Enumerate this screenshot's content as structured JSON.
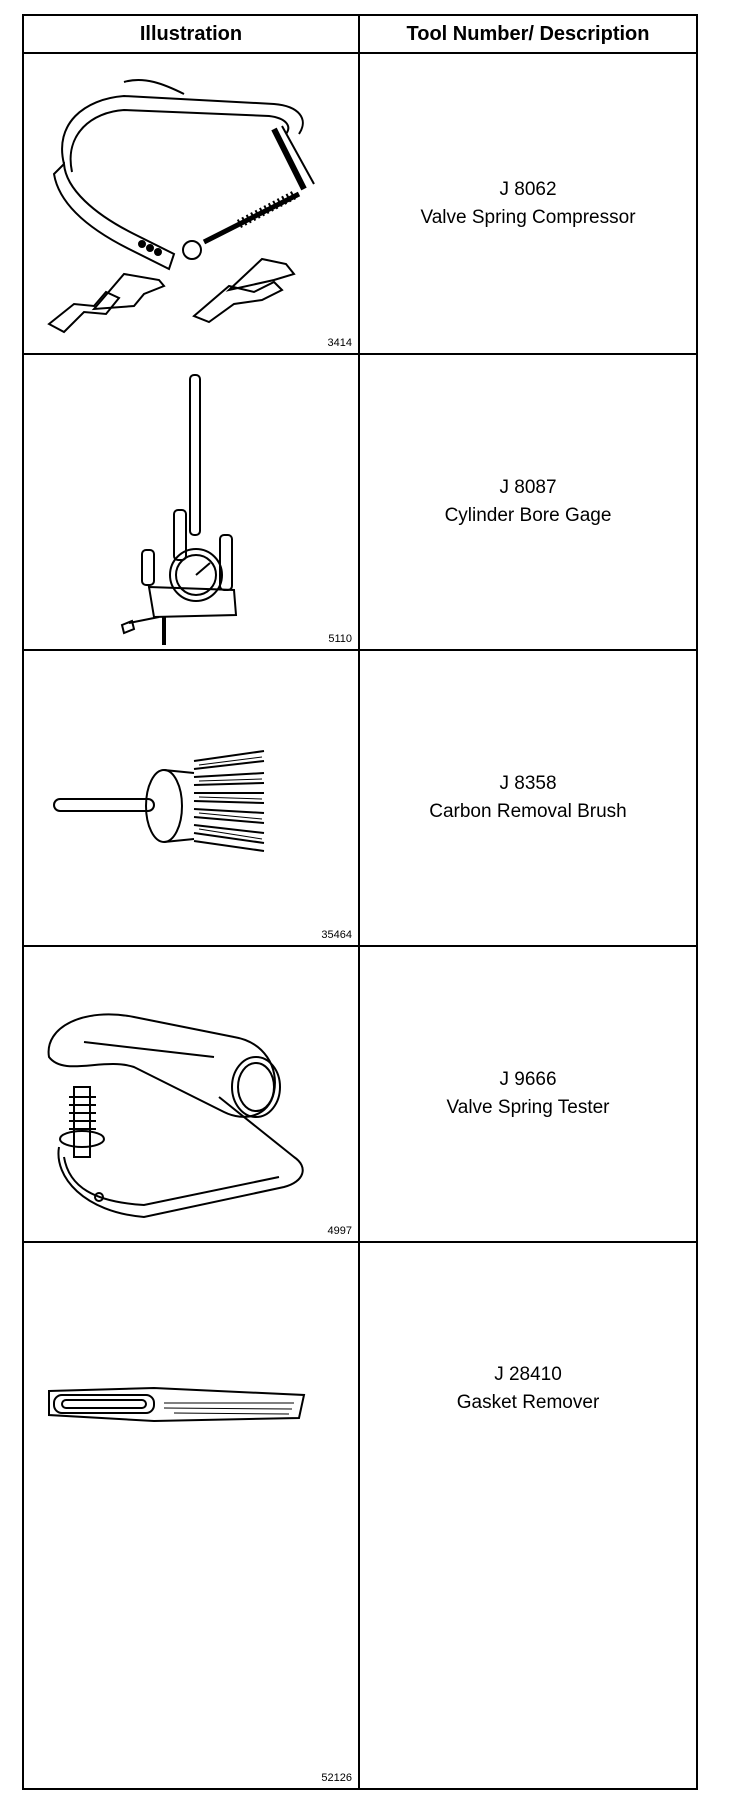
{
  "header": {
    "illustration": "Illustration",
    "description": "Tool Number/ Description"
  },
  "rows": [
    {
      "figure": "3414",
      "tool_number": "J 8062",
      "description": "Valve Spring Compressor",
      "icon": "valve-spring-compressor-icon"
    },
    {
      "figure": "5110",
      "tool_number": "J 8087",
      "description": "Cylinder Bore Gage",
      "icon": "cylinder-bore-gage-icon"
    },
    {
      "figure": "35464",
      "tool_number": "J 8358",
      "description": "Carbon Removal Brush",
      "icon": "carbon-removal-brush-icon"
    },
    {
      "figure": "4997",
      "tool_number": "J 9666",
      "description": "Valve Spring Tester",
      "icon": "valve-spring-tester-icon"
    },
    {
      "figure": "52126",
      "tool_number": "J 28410",
      "description": "Gasket Remover",
      "icon": "gasket-remover-icon"
    }
  ]
}
